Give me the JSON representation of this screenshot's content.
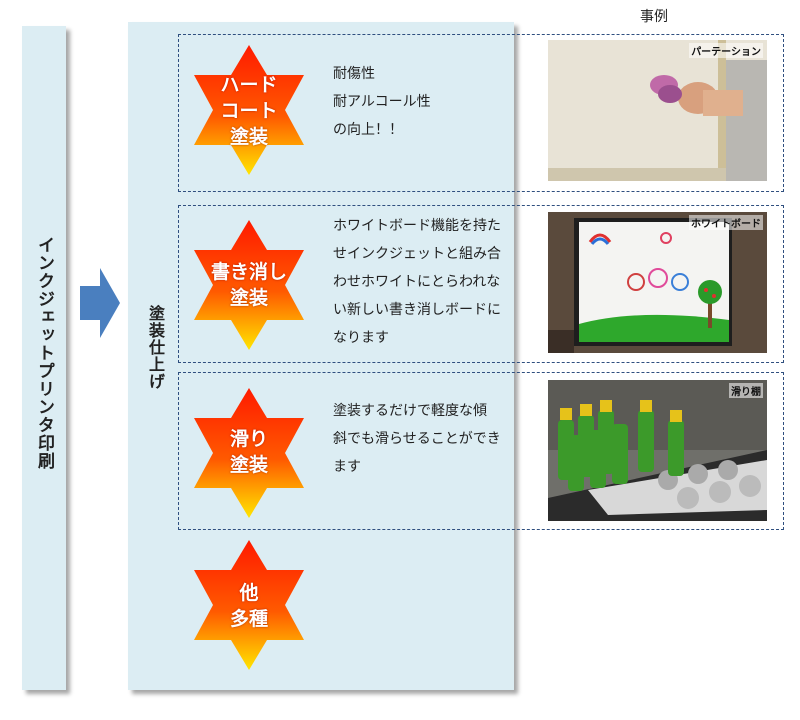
{
  "left_column": {
    "label": "インクジェットプリンタ印刷"
  },
  "middle_column": {
    "label": "塗装仕上げ"
  },
  "examples_header": "事例",
  "features": [
    {
      "badge": "ハード\nコート\n塗装",
      "description": "耐傷性\n耐アルコール性\nの向上！！",
      "photo_caption": "パーテーション"
    },
    {
      "badge": "書き消し\n塗装",
      "description": "ホワイトボード機能を持た\nせインクジェットと組み合\nわせホワイトにとらわれな\nい新しい書き消しボードに\nなります",
      "photo_caption": "ホワイトボード"
    },
    {
      "badge": "滑り\n塗装",
      "description": "塗装するだけで軽度な傾\n斜でも滑らせることができ\nます",
      "photo_caption": "滑り棚"
    },
    {
      "badge": "他\n多種"
    }
  ],
  "colors": {
    "panel": "#dcedf3",
    "arrow": "#4a7fbf",
    "star_top": "#ff1a00",
    "star_bottom": "#ffe600",
    "dash": "#2f4f7f"
  }
}
